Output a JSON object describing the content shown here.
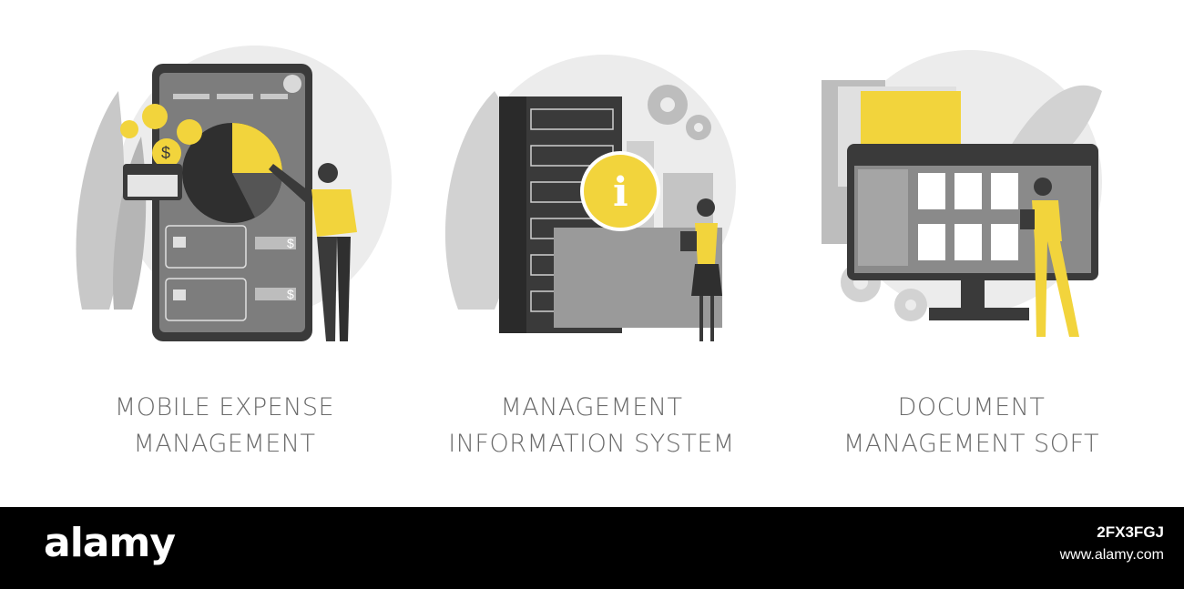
{
  "colors": {
    "accent": "#f2d43c",
    "dark": "#3a3a3a",
    "mid": "#8a8a8a",
    "light": "#d9d9d9",
    "caption": "#6b6b6b",
    "footer": "#000000"
  },
  "panels": [
    {
      "id": "mobile-expense",
      "caption_line1": "MOBILE EXPENSE",
      "caption_line2": "MANAGEMENT",
      "currency_1": "$",
      "currency_2": "$",
      "coin": "$"
    },
    {
      "id": "mis",
      "caption_line1": "MANAGEMENT",
      "caption_line2": "INFORMATION SYSTEM",
      "info_glyph": "i"
    },
    {
      "id": "document",
      "caption_line1": "DOCUMENT",
      "caption_line2": "MANAGEMENT SOFT"
    }
  ],
  "footer": {
    "brand": "alamy",
    "image_code": "2FX3FGJ",
    "site": "www.alamy.com"
  }
}
